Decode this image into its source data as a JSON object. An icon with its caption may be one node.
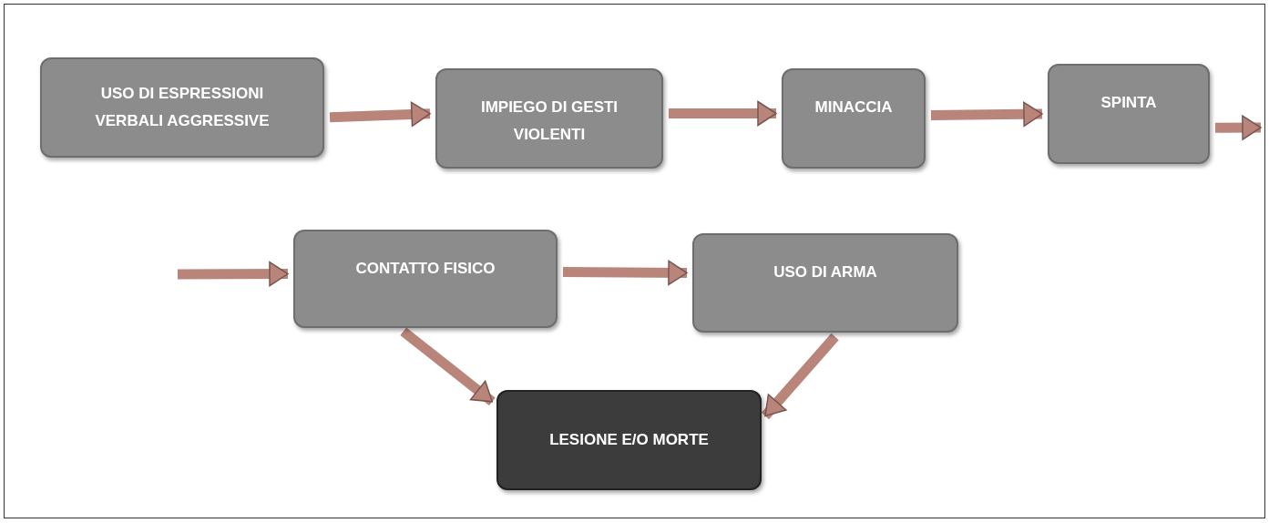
{
  "diagram": {
    "nodes": [
      {
        "text": [
          "USO DI ESPRESSIONI VERBALI AGGRESSIVE"
        ]
      },
      {
        "text": [
          "IMPIEGO DI GESTI VIOLENTI"
        ]
      },
      {
        "text": [
          "MINACCIA"
        ]
      },
      {
        "text": [
          "SPINTA"
        ]
      },
      {
        "text": [
          "CONTATTO FISICO"
        ]
      },
      {
        "text": [
          "USO DI ARMA"
        ]
      },
      {
        "text": [
          "LESIONE E/O MORTE"
        ]
      }
    ],
    "edges": [
      {
        "from": 0,
        "to": 1,
        "arrow": "to"
      },
      {
        "from": 1,
        "to": 2,
        "arrow": "to"
      },
      {
        "from": 2,
        "to": 3,
        "arrow": "to"
      },
      {
        "from": 3,
        "to": null,
        "arrow": "to"
      },
      {
        "from": null,
        "to": 4,
        "arrow": "to"
      },
      {
        "from": 4,
        "to": 5,
        "arrow": "to"
      },
      {
        "from": 4,
        "to": 6,
        "arrow": "to"
      },
      {
        "from": 5,
        "to": 6,
        "arrow": "to"
      }
    ]
  }
}
